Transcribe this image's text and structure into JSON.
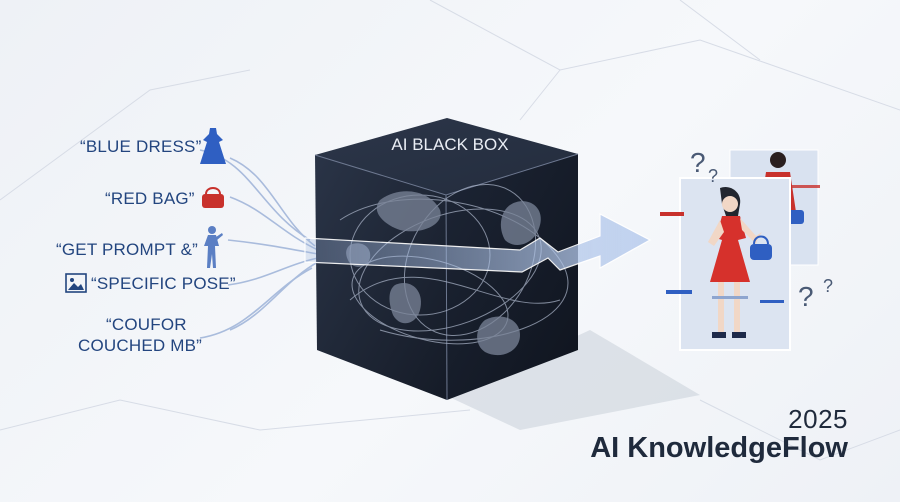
{
  "box": {
    "title": "AI BLACK BOX"
  },
  "prompts": {
    "p1": "“BLUE DRESS”",
    "p2": "“RED BAG”",
    "p3": "“GET PROMPT &”",
    "p4": "“SPECIFIC POSE”",
    "p5_line1": "“COUFOR",
    "p5_line2": "COUCHED MB”"
  },
  "marks": {
    "question": "?"
  },
  "footer": {
    "year": "2025",
    "brand": "AI KnowledgeFlow"
  },
  "icons": [
    "dress-icon",
    "handbag-icon",
    "pose-figure-icon",
    "image-icon"
  ],
  "colors": {
    "accent_blue": "#2f5fc2",
    "accent_red": "#c8312c",
    "box_dark": "#1b2333",
    "text_blue": "#23457f"
  }
}
